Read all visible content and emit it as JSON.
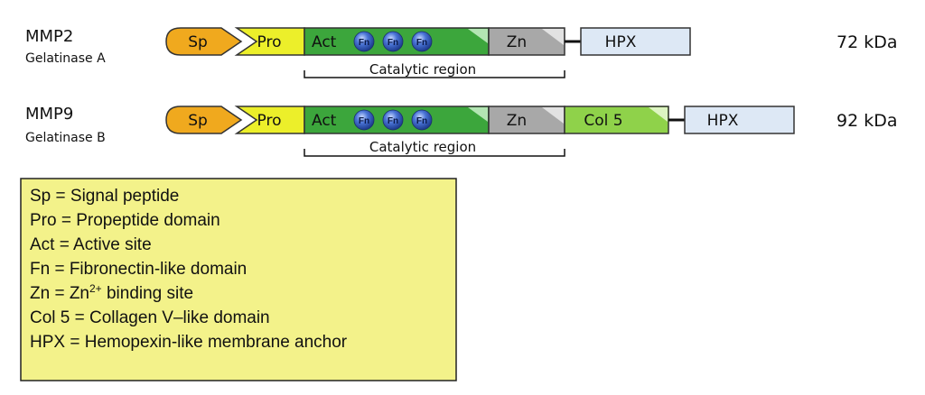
{
  "proteins": [
    {
      "name": "MMP2",
      "subtitle": "Gelatinase A",
      "mass": "72 kDa",
      "domains": {
        "sp": "Sp",
        "pro": "Pro",
        "act": "Act",
        "fn": [
          "Fn",
          "Fn",
          "Fn"
        ],
        "zn": "Zn",
        "hpx": "HPX"
      },
      "catalytic_label": "Catalytic region"
    },
    {
      "name": "MMP9",
      "subtitle": "Gelatinase B",
      "mass": "92 kDa",
      "domains": {
        "sp": "Sp",
        "pro": "Pro",
        "act": "Act",
        "fn": [
          "Fn",
          "Fn",
          "Fn"
        ],
        "zn": "Zn",
        "col5": "Col 5",
        "hpx": "HPX"
      },
      "catalytic_label": "Catalytic region"
    }
  ],
  "legend": [
    {
      "pre": "Sp = Signal peptide"
    },
    {
      "pre": "Pro = Propeptide domain"
    },
    {
      "pre": "Act = Active site"
    },
    {
      "pre": "Fn = Fibronectin-like domain"
    },
    {
      "pre": "Zn = Zn",
      "sup": "2+",
      "post": " binding site"
    },
    {
      "pre": "Col 5 = Collagen V–like domain"
    },
    {
      "pre": "HPX = Hemopexin-like membrane anchor"
    }
  ],
  "colors": {
    "sp": "#f0a91e",
    "pro": "#ecef2a",
    "act": "#3ca63c",
    "fn": "#3b62c4",
    "zn": "#a8a8a8",
    "col5": "#8fd24a",
    "hpx": "#dde8f5",
    "legend_bg": "#f3f28a"
  }
}
